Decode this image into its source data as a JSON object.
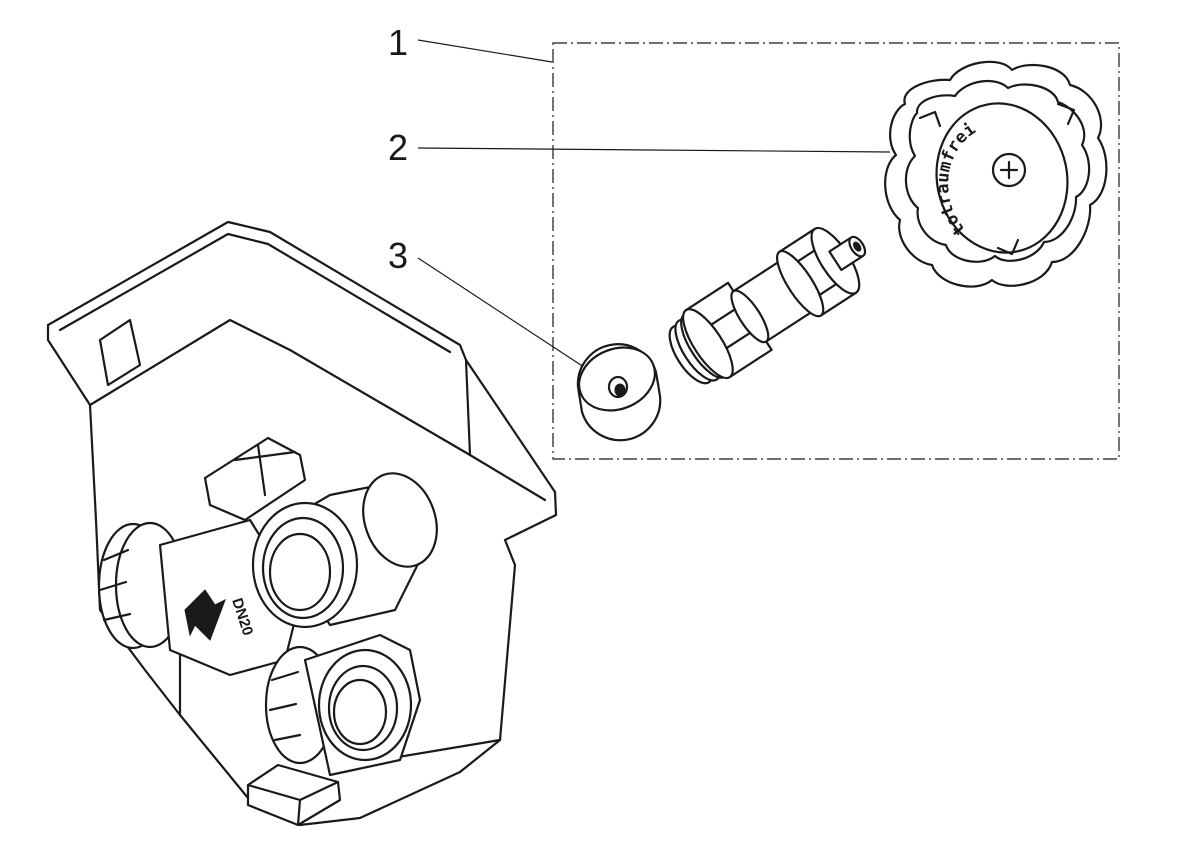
{
  "callouts": [
    {
      "id": "1",
      "label": "1"
    },
    {
      "id": "2",
      "label": "2"
    },
    {
      "id": "3",
      "label": "3"
    }
  ],
  "knob_imprint": "totraumfrei",
  "valve_marking": "DN20",
  "colors": {
    "line": "#1a1a1a",
    "background": "#ffffff"
  },
  "icons": [
    "phillips-screw-icon",
    "flow-arrow-icon"
  ]
}
